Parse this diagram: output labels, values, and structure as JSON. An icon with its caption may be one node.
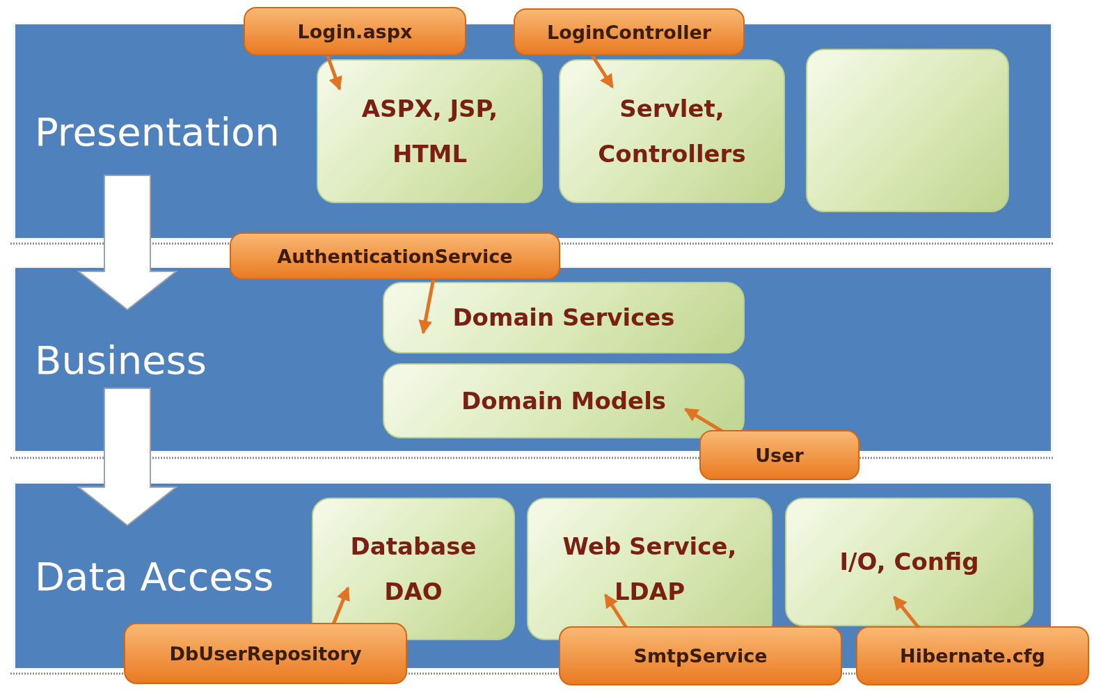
{
  "diagram": {
    "nodes": [
      {
        "text": [
          "Presentation"
        ]
      },
      {
        "text": [
          "ASPX, JSP, HTML"
        ],
        "in": 0
      },
      {
        "text": [
          "Servlet, Controllers"
        ],
        "in": 0
      },
      {
        "text": [],
        "shape": "box",
        "in": 0
      },
      {
        "text": [
          "Business"
        ]
      },
      {
        "text": [
          "Domain Services"
        ],
        "in": 4
      },
      {
        "text": [
          "Domain Models"
        ],
        "in": 4
      },
      {
        "text": [
          "Data Access"
        ]
      },
      {
        "text": [
          "Database DAO"
        ],
        "in": 7
      },
      {
        "text": [
          "Web Service, LDAP"
        ],
        "in": 7
      },
      {
        "text": [
          "I/O, Config"
        ],
        "in": 7
      },
      {
        "text": [
          "Login.aspx"
        ]
      },
      {
        "text": [
          "LoginController"
        ]
      },
      {
        "text": [
          "AuthenticationService"
        ]
      },
      {
        "text": [
          "User"
        ]
      },
      {
        "text": [
          "DbUserRepository"
        ]
      },
      {
        "text": [
          "SmtpService"
        ]
      },
      {
        "text": [
          "Hibernate.cfg"
        ]
      }
    ],
    "edges": [
      {
        "from": 0,
        "to": 4,
        "arrow": "to",
        "style": "thick",
        "color": "#ffffff"
      },
      {
        "from": 4,
        "to": 7,
        "arrow": "to",
        "style": "thick",
        "color": "#ffffff"
      },
      {
        "from": 11,
        "to": 1,
        "arrow": "to"
      },
      {
        "from": 12,
        "to": 2,
        "arrow": "to"
      },
      {
        "from": 13,
        "to": 5,
        "arrow": "to"
      },
      {
        "from": 14,
        "to": 6,
        "arrow": "to"
      },
      {
        "from": 15,
        "to": 8,
        "arrow": "to"
      },
      {
        "from": 16,
        "to": 9,
        "arrow": "to"
      },
      {
        "from": 17,
        "to": 10,
        "arrow": "to"
      }
    ]
  }
}
